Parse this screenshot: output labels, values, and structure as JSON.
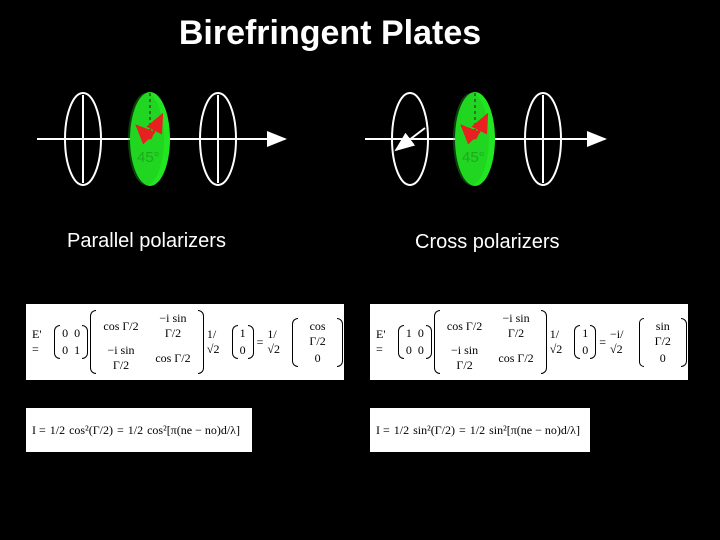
{
  "title": "Birefringent Plates",
  "left": {
    "angle_label": "45°",
    "caption": "Parallel polarizers",
    "eq_E": {
      "lhs": "E' =",
      "m1": [
        "0",
        "0",
        "0",
        "1"
      ],
      "m2": [
        "cos Γ/2",
        "−i sin Γ/2",
        "−i sin Γ/2",
        "cos Γ/2"
      ],
      "vin_factor": "1/√2",
      "vin": [
        "1",
        "0"
      ],
      "vout_factor": "1/√2",
      "vout": [
        "cos Γ/2",
        "0"
      ]
    },
    "eq_I": {
      "lhs": "I =",
      "f1": "1/2",
      "t1": "cos²(Γ/2)",
      "f2": "1/2",
      "t2": "cos²[π(ne − no)d/λ]"
    }
  },
  "right": {
    "angle_label": "45°",
    "caption": "Cross polarizers",
    "eq_E": {
      "lhs": "E' =",
      "m1": [
        "1",
        "0",
        "0",
        "0"
      ],
      "m2": [
        "cos Γ/2",
        "−i sin Γ/2",
        "−i sin Γ/2",
        "cos Γ/2"
      ],
      "vin_factor": "1/√2",
      "vin": [
        "1",
        "0"
      ],
      "vout_factor": "−i/√2",
      "vout": [
        "sin Γ/2",
        "0"
      ]
    },
    "eq_I": {
      "lhs": "I =",
      "f1": "1/2",
      "t1": "sin²(Γ/2)",
      "f2": "1/2",
      "t2": "sin²[π(ne − no)d/λ]"
    }
  },
  "colors": {
    "waveplate": "#22e622",
    "arrow": "#e82020",
    "text": "#ffffff",
    "background": "#000000"
  }
}
